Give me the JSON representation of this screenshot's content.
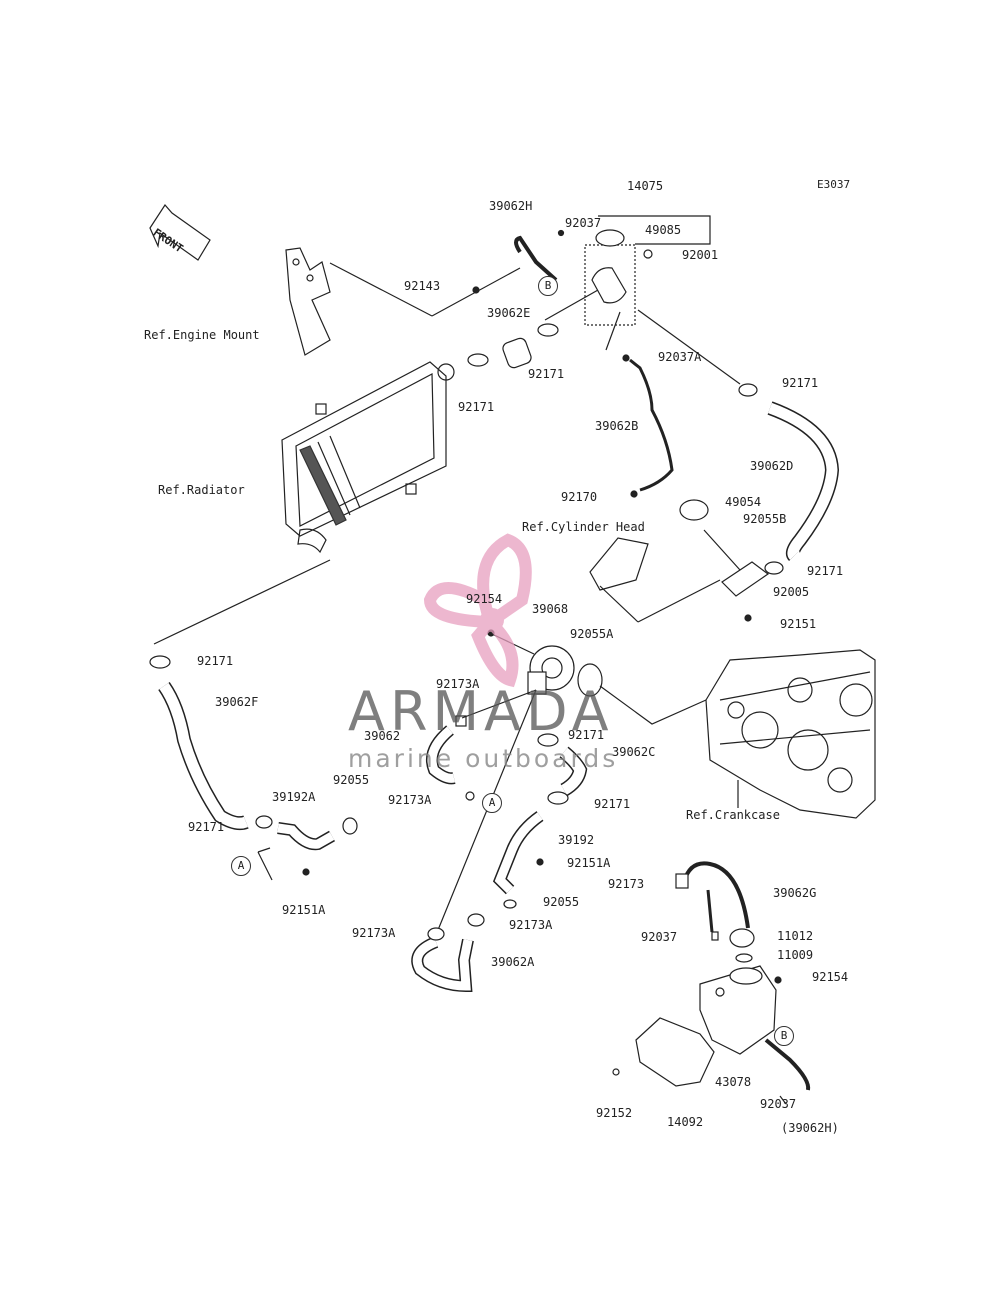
{
  "diagram_code": "E3037",
  "front_arrow": "FRONT",
  "references": {
    "engine_mount": "Ref.Engine Mount",
    "radiator": "Ref.Radiator",
    "cylinder_head": "Ref.Cylinder Head",
    "crankcase": "Ref.Crankcase"
  },
  "parts": {
    "p14075": "14075",
    "p39062H": "39062H",
    "p92037_top": "92037",
    "p49085": "49085",
    "p92001": "92001",
    "p92143": "92143",
    "p39062E": "39062E",
    "p92171_a": "92171",
    "p92171_b": "92171",
    "p92037A": "92037A",
    "p92171_c": "92171",
    "p39062B": "39062B",
    "p39062D": "39062D",
    "p92170": "92170",
    "p49054": "49054",
    "p92055B": "92055B",
    "p92171_d": "92171",
    "p92005": "92005",
    "p92151": "92151",
    "p92154_a": "92154",
    "p39068": "39068",
    "p92055A": "92055A",
    "p92171_e": "92171",
    "p39062F": "39062F",
    "p92173A_a": "92173A",
    "p39062": "39062",
    "p92171_f": "92171",
    "p39062C": "39062C",
    "p92173A_b": "92173A",
    "p92171_g": "92171",
    "p39192A": "39192A",
    "p92055_a": "92055",
    "p92171_h": "92171",
    "p39192": "39192",
    "p92151A_a": "92151A",
    "p92055_b": "92055",
    "p92151A_b": "92151A",
    "p92173A_c": "92173A",
    "p92173A_d": "92173A",
    "p39062A": "39062A",
    "p92173": "92173",
    "p39062G": "39062G",
    "p92037_b": "92037",
    "p11012": "11012",
    "p11009": "11009",
    "p92154_b": "92154",
    "p43078": "43078",
    "p92037_c": "92037",
    "p39062H_paren": "(39062H)",
    "p92152": "92152",
    "p14092": "14092"
  },
  "callouts": {
    "A": "A",
    "B": "B"
  },
  "watermark": {
    "title": "ARMADA",
    "subtitle": "marine outboards",
    "accent_color": "#e8a0c0"
  }
}
